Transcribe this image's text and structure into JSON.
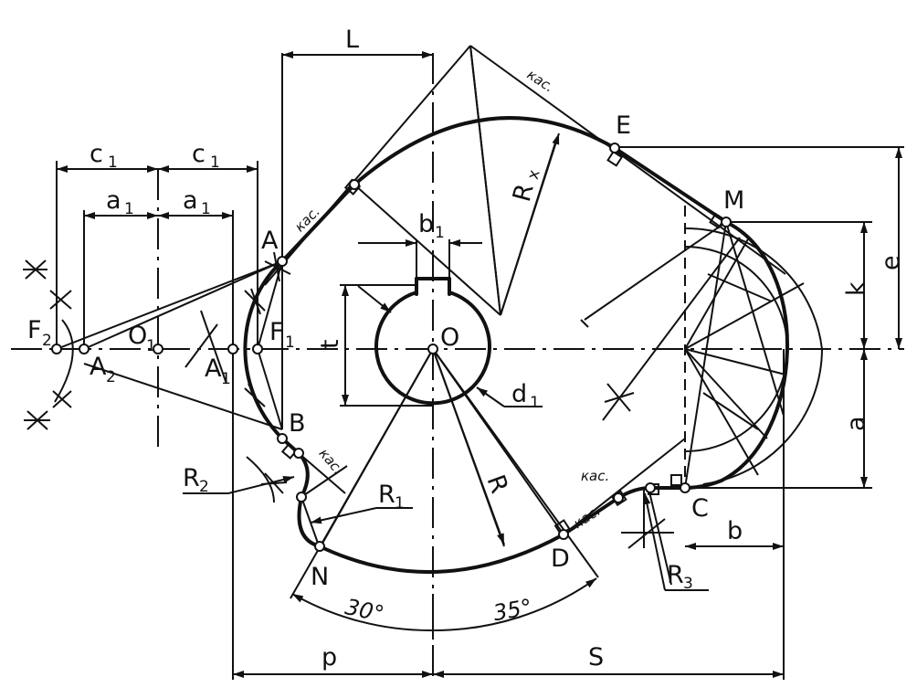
{
  "points": {
    "O": "O",
    "O1": "O",
    "O1_sub": "1",
    "A": "A",
    "A1": "A",
    "A1_sub": "1",
    "A2": "A",
    "A2_sub": "2",
    "F1": "F",
    "F1_sub": "1",
    "F2": "F",
    "F2_sub": "2",
    "B": "B",
    "N": "N",
    "D": "D",
    "C": "C",
    "E": "E",
    "M": "M"
  },
  "dimensions": {
    "L": "L",
    "c1": "c",
    "c1_sub": "1",
    "a1": "a",
    "a1_sub": "1",
    "b1": "b",
    "b1_sub": "1",
    "t": "t",
    "d1": "d",
    "d1_sub": "1",
    "Rx": "R",
    "Rx_sub": "x",
    "R": "R",
    "R1": "R",
    "R1_sub": "1",
    "R2": "R",
    "R2_sub": "2",
    "R3": "R",
    "R3_sub": "3",
    "e": "e",
    "k": "k",
    "a": "a",
    "b": "b",
    "p": "p",
    "S": "S",
    "angle_left": "30°",
    "angle_right": "35°",
    "tangent": "кас."
  }
}
